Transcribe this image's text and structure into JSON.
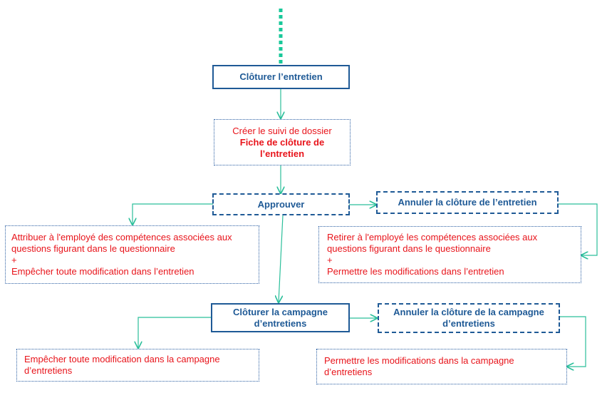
{
  "colors": {
    "connector": "#2bbf9a",
    "box_border": "#1f5a96",
    "action_text": "#e8141b",
    "start_marker": "#19c89a"
  },
  "nodes": {
    "cloturer_entretien": {
      "label": "Clôturer l’entretien"
    },
    "creer_suivi": {
      "line1": "Créer le suivi de dossier",
      "line2": "Fiche de clôture de",
      "line3": "l’entretien"
    },
    "approuver": {
      "label": "Approuver"
    },
    "annuler_cloture_entretien": {
      "label": "Annuler la clôture de l’entretien"
    },
    "attribuer": {
      "line1": "Attribuer à l'employé des compétences  associées aux",
      "line2": "questions figurant dans le questionnaire",
      "line3": "+",
      "line4": "Empêcher toute modification dans l’entretien"
    },
    "retirer": {
      "line1": "Retirer à l'employé les compétences  associées aux",
      "line2": "questions figurant dans le questionnaire",
      "line3": "+",
      "line4": "Permettre les modifications dans l’entretien"
    },
    "cloturer_campagne": {
      "line1": "Clôturer la campagne",
      "line2": "d’entretiens"
    },
    "annuler_cloture_campagne": {
      "line1": "Annuler la clôture de la campagne",
      "line2": "d’entretiens"
    },
    "empecher_campagne": {
      "line1": "Empêcher toute modification dans la campagne",
      "line2": "d’entretiens"
    },
    "permettre_campagne": {
      "line1": "Permettre les modifications dans la campagne",
      "line2": "d’entretiens"
    }
  }
}
